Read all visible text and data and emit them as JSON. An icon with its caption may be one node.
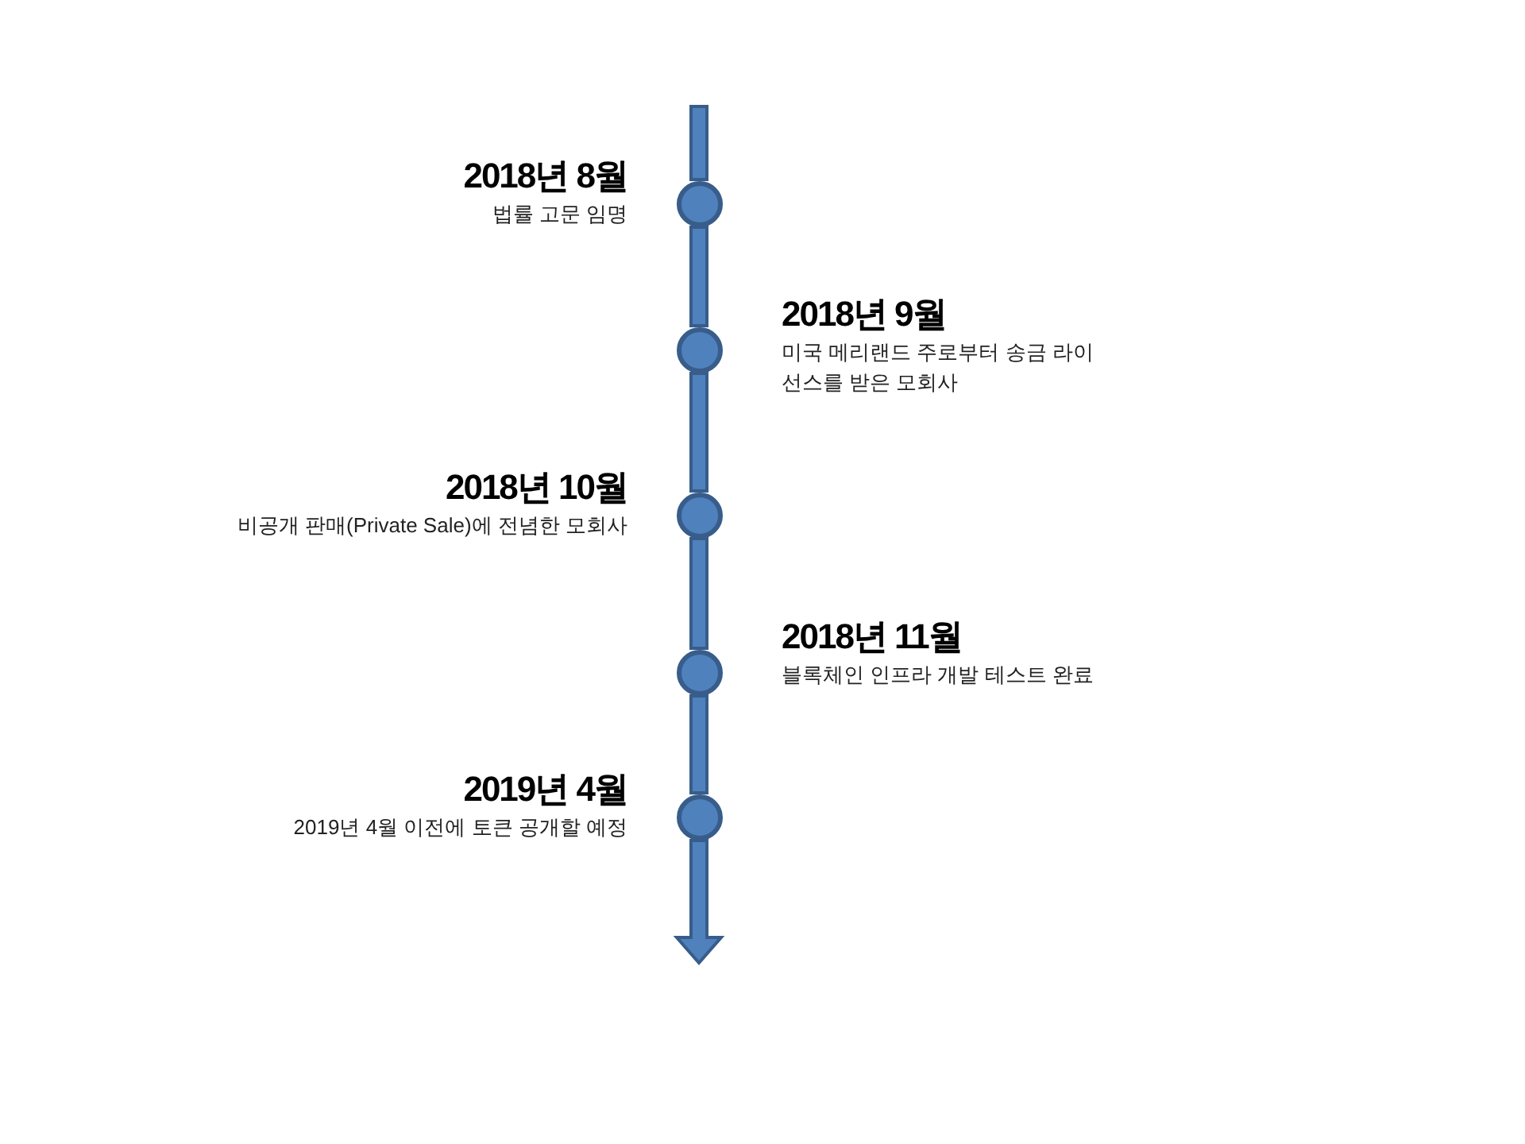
{
  "diagram": {
    "nodes": [
      {
        "text": [
          "2018년 8월",
          "법률 고문 임명"
        ]
      },
      {
        "text": [
          "2018년 9월",
          "미국 메리랜드 주로부터 송금 라이선스를 받은 모회사"
        ]
      },
      {
        "text": [
          "2018년 10월",
          "비공개 판매(Private Sale)에 전념한 모회사"
        ]
      },
      {
        "text": [
          "2018년 11월",
          "블록체인 인프라 개발 테스트 완료"
        ]
      },
      {
        "text": [
          "2019년 4월",
          "2019년 4월 이전에 토큰 공개할 예정"
        ]
      }
    ],
    "edges": [
      {
        "from": null,
        "to": 0,
        "arrow": "none"
      },
      {
        "from": 0,
        "to": 1,
        "arrow": "none"
      },
      {
        "from": 1,
        "to": 2,
        "arrow": "none"
      },
      {
        "from": 2,
        "to": 3,
        "arrow": "none"
      },
      {
        "from": 3,
        "to": 4,
        "arrow": "none"
      },
      {
        "from": 4,
        "to": null,
        "arrow": "to"
      }
    ]
  }
}
